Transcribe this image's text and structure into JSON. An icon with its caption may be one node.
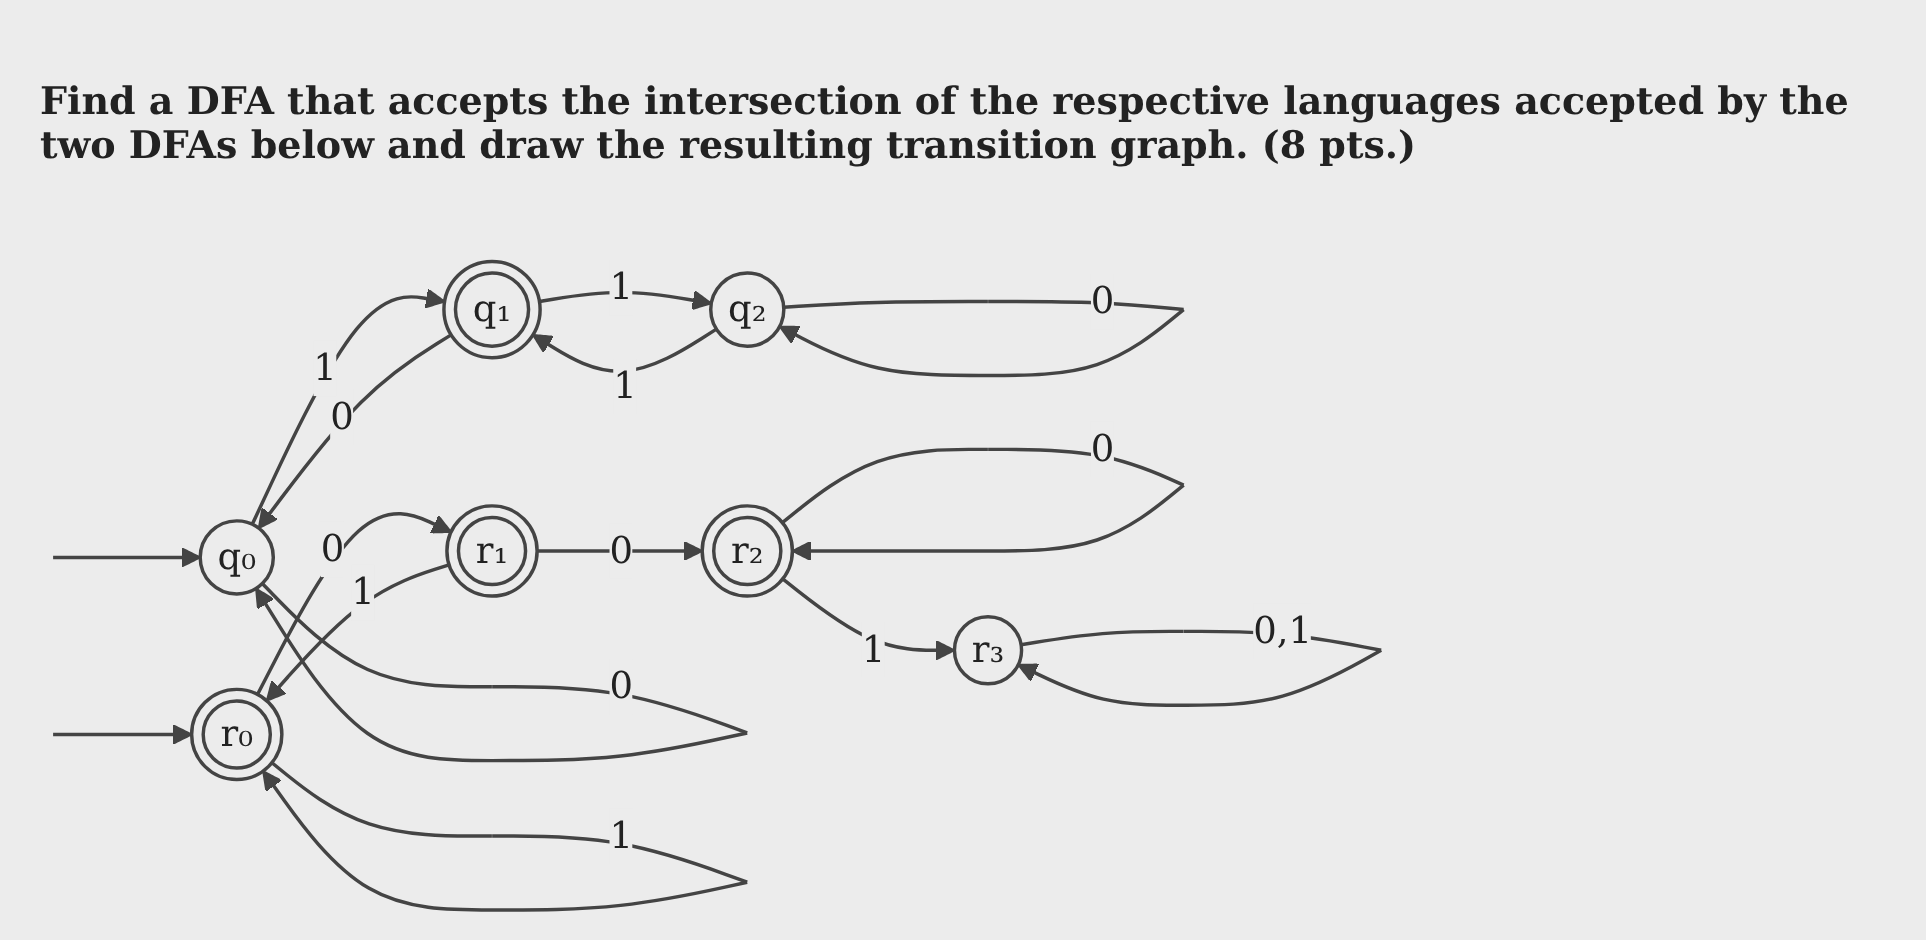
{
  "diagram": {
    "title": "Find a DFA that accepts the intersection of the respective languages accepted by the two DFAs below and draw the resulting transition graph. (8 pts.)",
    "nodes": [
      {
        "text": [
          "q₀"
        ]
      },
      {
        "text": [
          "q₁"
        ]
      },
      {
        "text": [
          "q₂"
        ]
      },
      {
        "text": [
          "r₀"
        ]
      },
      {
        "text": [
          "r₁"
        ]
      },
      {
        "text": [
          "r₂"
        ]
      },
      {
        "text": [
          "r₃"
        ]
      }
    ],
    "edges": [
      {
        "from": null,
        "to": 0,
        "arrow": "to"
      },
      {
        "from": 0,
        "to": 0,
        "arrow": "to",
        "label": "0"
      },
      {
        "from": 1,
        "to": 0,
        "arrow": "to",
        "label": "0"
      },
      {
        "from": 0,
        "to": 1,
        "arrow": "to",
        "label": "1"
      },
      {
        "from": 2,
        "to": 1,
        "arrow": "to",
        "label": "1"
      },
      {
        "from": 1,
        "to": 2,
        "arrow": "to",
        "label": "1"
      },
      {
        "from": 2,
        "to": 2,
        "arrow": "to",
        "label": "0"
      },
      {
        "from": null,
        "to": 3,
        "arrow": "to"
      },
      {
        "from": 3,
        "to": 3,
        "arrow": "to",
        "label": "1"
      },
      {
        "from": 4,
        "to": 3,
        "arrow": "to",
        "label": "1"
      },
      {
        "from": 3,
        "to": 4,
        "arrow": "to",
        "label": "0"
      },
      {
        "from": 4,
        "to": 5,
        "arrow": "to",
        "label": "0"
      },
      {
        "from": 5,
        "to": 5,
        "arrow": "to",
        "label": "0"
      },
      {
        "from": 5,
        "to": 6,
        "arrow": "to",
        "label": "1"
      },
      {
        "from": 6,
        "to": 6,
        "arrow": "to",
        "label": "0,1"
      }
    ]
  }
}
